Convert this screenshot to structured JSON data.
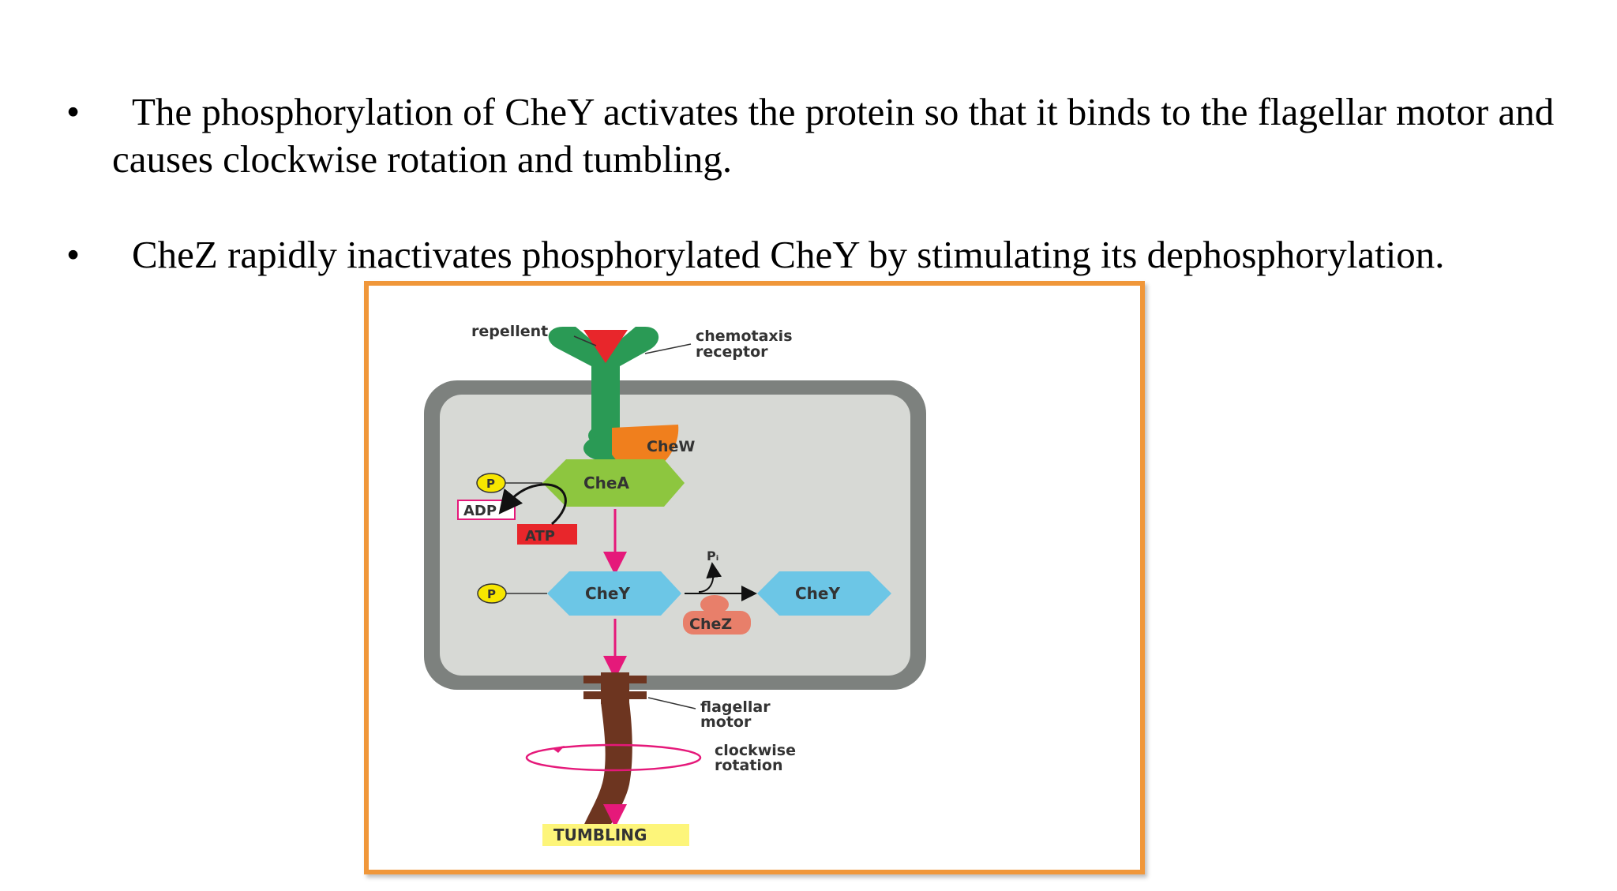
{
  "bullets": [
    {
      "symbol": "•",
      "text": "The phosphorylation of CheY activates the protein so that it binds to the flagellar motor and causes clockwise rotation and tumbling."
    },
    {
      "symbol": "•",
      "text": "CheZ rapidly inactivates phosphorylated CheY by stimulating its dephosphorylation."
    }
  ],
  "diagram": {
    "repellent": "repellent",
    "receptor_line1": "chemotaxis",
    "receptor_line2": "receptor",
    "chew": "CheW",
    "chea": "CheA",
    "p": "P",
    "adp": "ADP",
    "atp": "ATP",
    "chey": "CheY",
    "pi": "Pᵢ",
    "chez": "CheZ",
    "motor_line1": "flagellar",
    "motor_line2": "motor",
    "rotation_line1": "clockwise",
    "rotation_line2": "rotation",
    "tumbling": "TUMBLING",
    "colors": {
      "receptor": "#2a9a55",
      "repellent": "#e8262b",
      "cell_wall": "#7d817e",
      "cytoplasm": "#d7d9d5",
      "chew": "#f07f1d",
      "chea": "#8dc63f",
      "chey": "#6cc6e6",
      "chez": "#e87f6a",
      "phosphate": "#f7e600",
      "arrow": "#e5197a",
      "flagellum": "#6d3520",
      "tumbling_bg": "#fdf57a"
    }
  }
}
